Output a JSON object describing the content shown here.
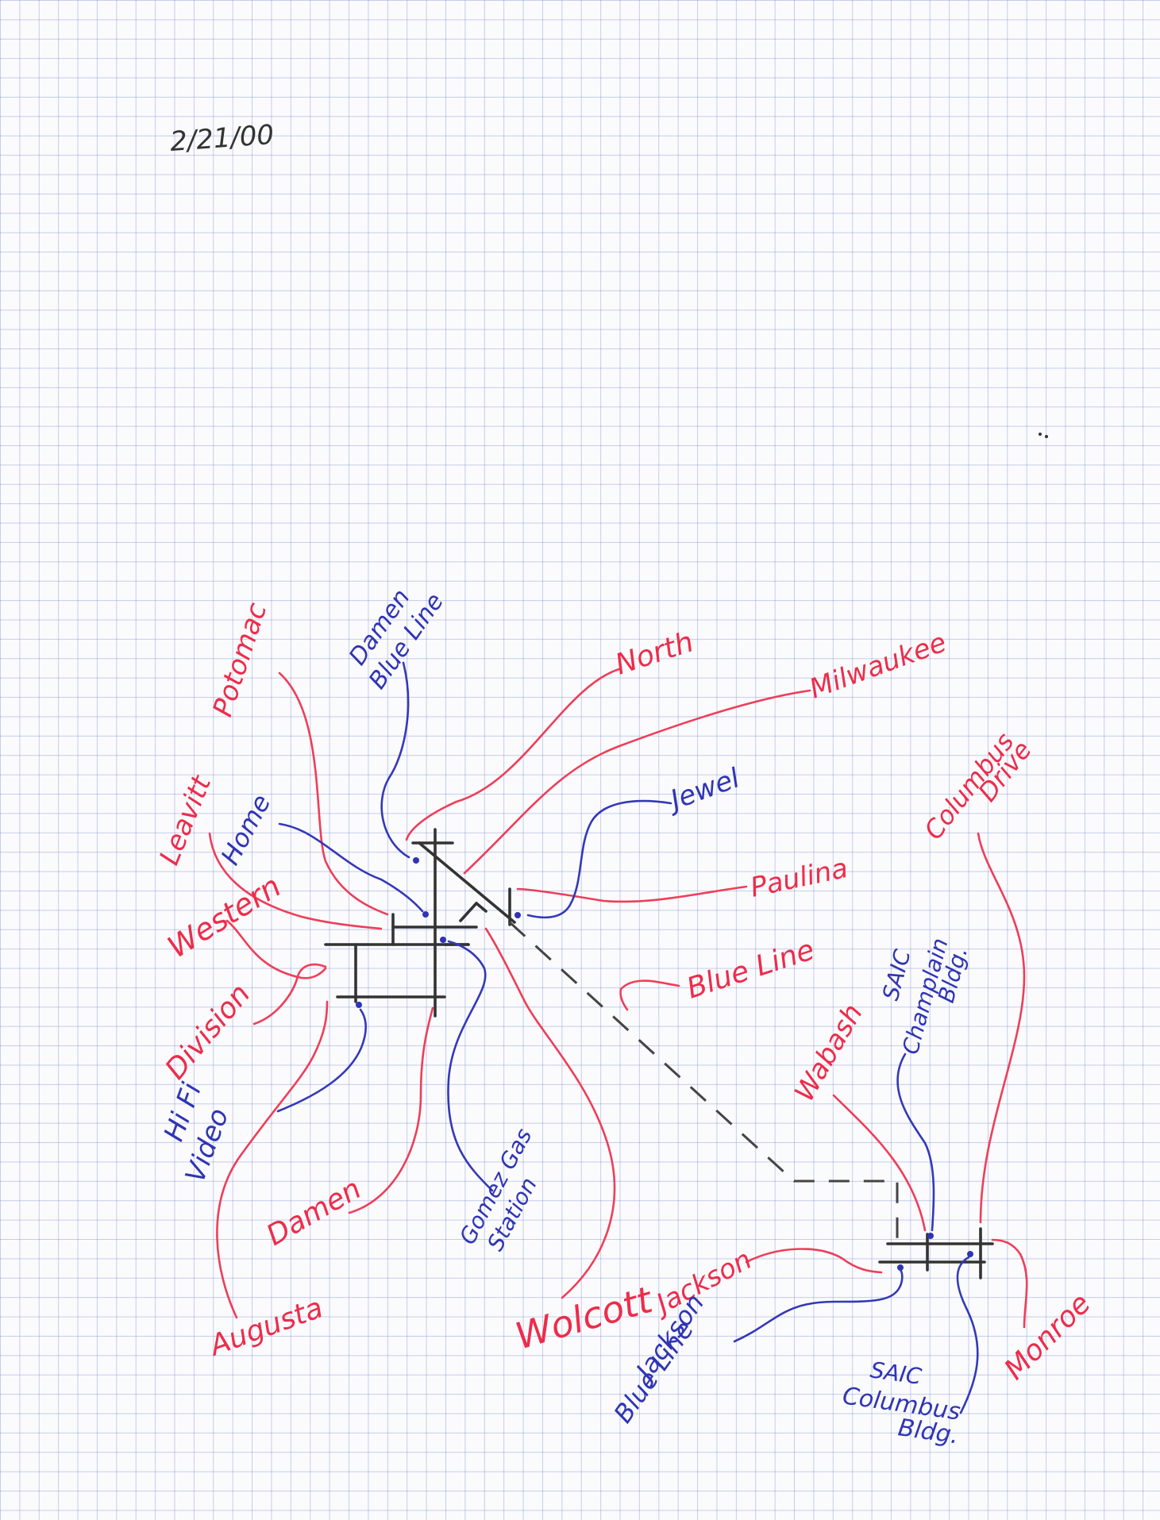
{
  "date": "2/21/00",
  "colors": {
    "street_label": "#ee2c4a",
    "landmark_label": "#2f34b4",
    "street_ink": "#333333",
    "grid": "#8c9cd2"
  },
  "labels": {
    "potomac": "Potomac",
    "damen_blue_line_1": "Damen",
    "damen_blue_line_2": "Blue Line",
    "north": "North",
    "milwaukee": "Milwaukee",
    "leavitt": "Leavitt",
    "home": "Home",
    "jewel": "Jewel",
    "western": "Western",
    "paulina": "Paulina",
    "columbus_drive_1": "Columbus",
    "columbus_drive_2": "Drive",
    "blue_line": "Blue Line",
    "saic_champlain_1": "SAIC",
    "saic_champlain_2": "Champlain",
    "saic_champlain_3": "Bldg.",
    "division": "Division",
    "wabash": "Wabash",
    "hifi_video_1": "Hi Fi",
    "hifi_video_2": "Video",
    "damen": "Damen",
    "gomez_1": "Gomez Gas",
    "gomez_2": "Station",
    "jackson": "Jackson",
    "augusta": "Augusta",
    "wolcott": "Wolcott",
    "jackson_blue_line_1": "Jackson",
    "jackson_blue_line_2": "Blue Line",
    "monroe": "Monroe",
    "saic_columbus_1": "SAIC",
    "saic_columbus_2": "Columbus",
    "saic_columbus_3": "Bldg."
  }
}
